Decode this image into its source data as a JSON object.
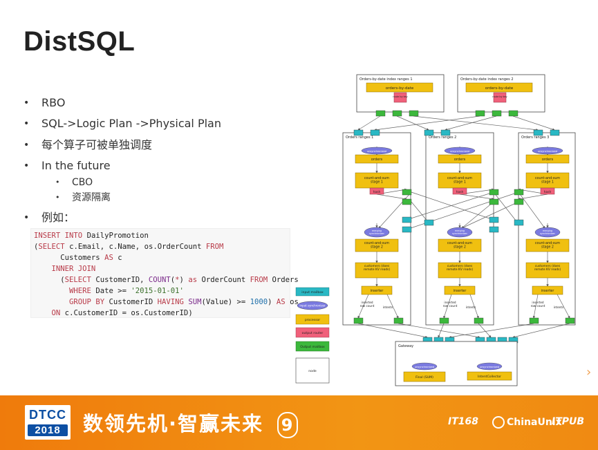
{
  "slide": {
    "title": "DistSQL",
    "bullets": [
      {
        "text": "RBO"
      },
      {
        "text": "SQL->Logic Plan ->Physical Plan"
      },
      {
        "text": "每个算子可被单独调度"
      },
      {
        "text": "In the future"
      },
      {
        "text": "CBO"
      },
      {
        "text": "资源隔离"
      },
      {
        "text": "例如："
      }
    ],
    "code_lines": [
      "INSERT INTO DailyPromotion",
      "(SELECT c.Email, c.Name, os.OrderCount FROM",
      "      Customers AS c",
      "    INNER JOIN",
      "      (SELECT CustomerID, COUNT(*) as OrderCount FROM Orders",
      "        WHERE Date >= '2015-01-01'",
      "        GROUP BY CustomerID HAVING SUM(Value) >= 1000) AS os",
      "    ON c.CustomerID = os.CustomerID)"
    ]
  },
  "diagram": {
    "top_nodes": [
      {
        "title": "Orders-by-date index ranges 1",
        "table": "orders-by-date",
        "router": "route by key"
      },
      {
        "title": "Orders-by-date index ranges 2",
        "table": "orders-by-date",
        "router": "route by key"
      }
    ],
    "range_nodes": [
      {
        "title": "Orders ranges 1"
      },
      {
        "title": "Orders ranges 2"
      },
      {
        "title": "Orders ranges 3"
      }
    ],
    "labels": {
      "unsynchronized": "unsynchronized",
      "orders": "orders",
      "stage1": "count-and-sum stage 1",
      "hash": "hash",
      "merging": "merging synchronizer",
      "stage2": "count-and-sum stage 2",
      "customers": "customers (does remote KV reads)",
      "inserter": "inserter",
      "inserted": "inserted row count",
      "intents": "intents",
      "gateway": "Gateway",
      "final": "Final (SUM)",
      "intent_collector": "IntentCollector"
    },
    "legend": [
      {
        "label": "input mailbox",
        "color": "#29b8c4"
      },
      {
        "label": "input synchronizer",
        "color": "#7a7ae0"
      },
      {
        "label": "processor",
        "color": "#f0c010"
      },
      {
        "label": "output router",
        "color": "#f0607a"
      },
      {
        "label": "Output mailbox",
        "color": "#3cb83c"
      },
      {
        "label": "node",
        "color": "#ffffff"
      }
    ]
  },
  "footer": {
    "logo_top": "DTCC",
    "logo_bottom": "2018",
    "slogan": "数领先机·智赢未来",
    "slogan_badge": "9",
    "partners": [
      "IT168",
      "ChinaUnix",
      "ITPUB"
    ]
  },
  "colors": {
    "footer_orange": "#f08a12",
    "logo_blue": "#0d4fa3",
    "processor": "#f0c010",
    "router": "#f0607a",
    "in_mailbox": "#29b8c4",
    "out_mailbox": "#3cb83c",
    "synchronizer": "#7a7ae0"
  }
}
